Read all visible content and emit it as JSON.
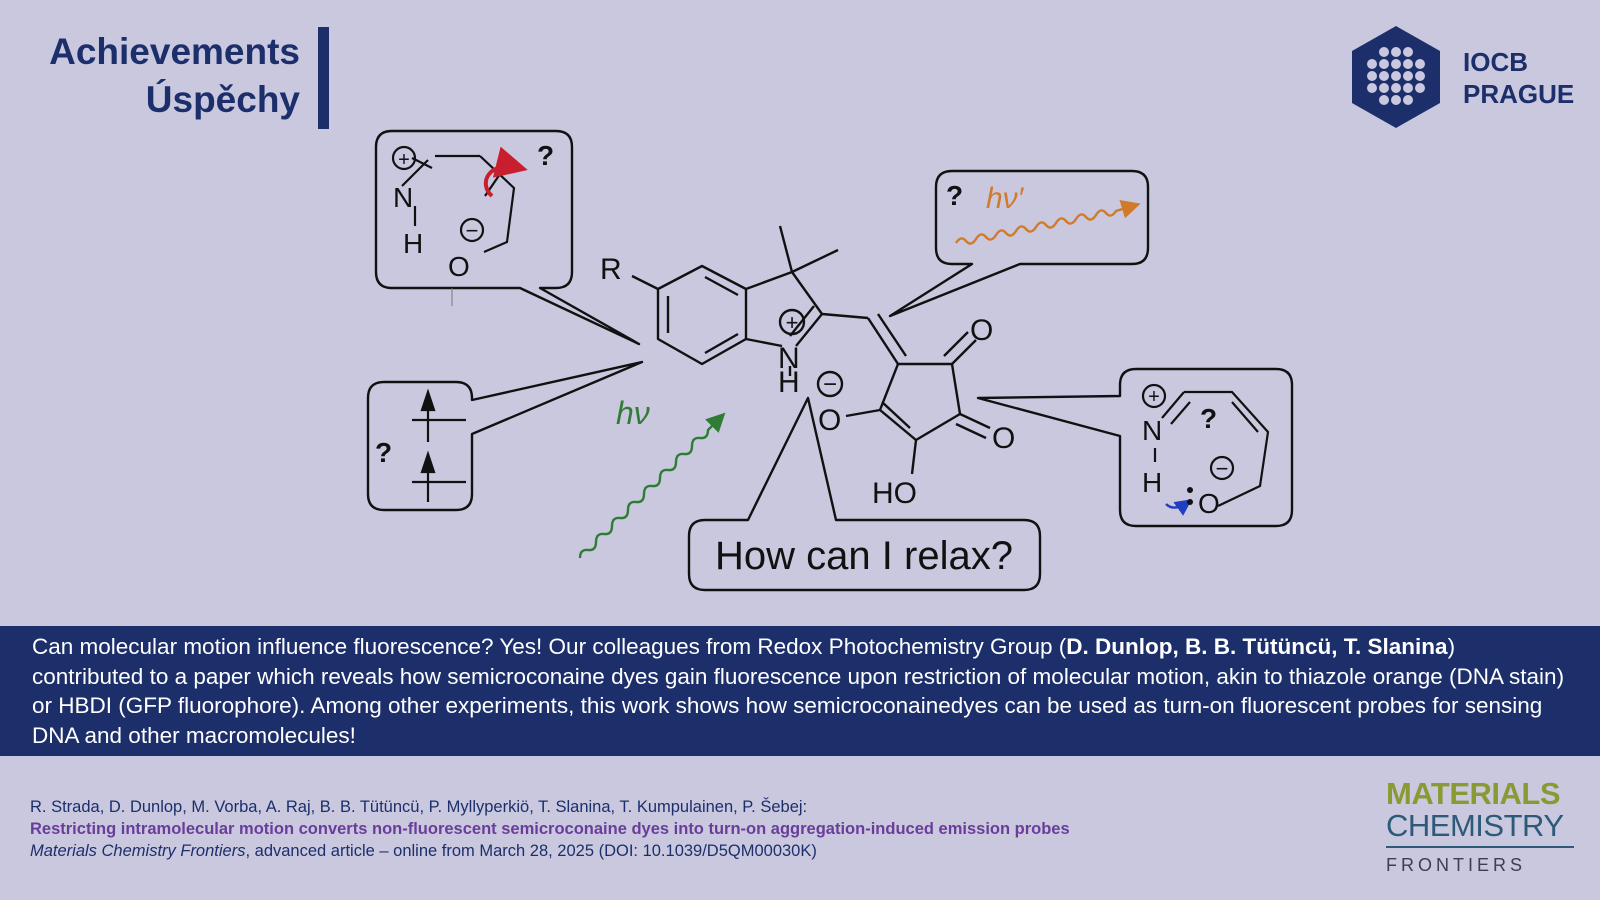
{
  "header": {
    "title_line1": "Achievements",
    "title_line2": "Úspěchy"
  },
  "logo": {
    "line1": "IOCB",
    "line2": "PRAGUE"
  },
  "scheme": {
    "question_mark": "?",
    "hv": "hν",
    "hv_prime": "hν′",
    "label_r": "R",
    "atom_n": "N",
    "atom_h": "H",
    "atom_o": "O",
    "atom_ho": "HO",
    "charge_plus": "+",
    "charge_minus": "−",
    "relax_text": "How can I relax?",
    "colors": {
      "red_arrow": "#c81e2e",
      "orange_hv": "#d07a2a",
      "green_hv": "#2f7d35",
      "blue_arrow": "#1f3fbf"
    }
  },
  "band": {
    "t1": "Can molecular motion influence fluorescence? Yes! Our colleagues from Redox Photochemistry Group (",
    "n1": "D. Dunlop",
    "sep1": ", ",
    "n2": "B. B. Tütüncü",
    "sep2": ", ",
    "n3": "T. Slanina",
    "t2": ") contributed to a paper which reveals how semicroconaine dyes gain fluorescence upon restriction of molecular motion, akin to thiazole orange (DNA stain) or HBDI (GFP fluorophore). Among other experiments, this work shows how semicroconainedyes can be used as turn-on fluorescent probes for sensing DNA and other macromolecules!"
  },
  "reference": {
    "authors": "R. Strada, D. Dunlop, M. Vorba, A. Raj, B. B. Tütüncü, P. Myllyperkiö, T. Slanina, T. Kumpulainen, P. Šebej:",
    "title": "Restricting intramolecular motion converts non-fluorescent semicroconaine dyes into turn-on aggregation-induced emission probes",
    "journal": "Materials Chemistry Frontiers",
    "details": ", advanced article – online from March 28, 2025 (DOI: 10.1039/D5QM00030K)"
  },
  "journal_logo": {
    "line1": "MATERIALS",
    "line2": "CHEMISTRY",
    "line3": "FRONTIERS"
  }
}
